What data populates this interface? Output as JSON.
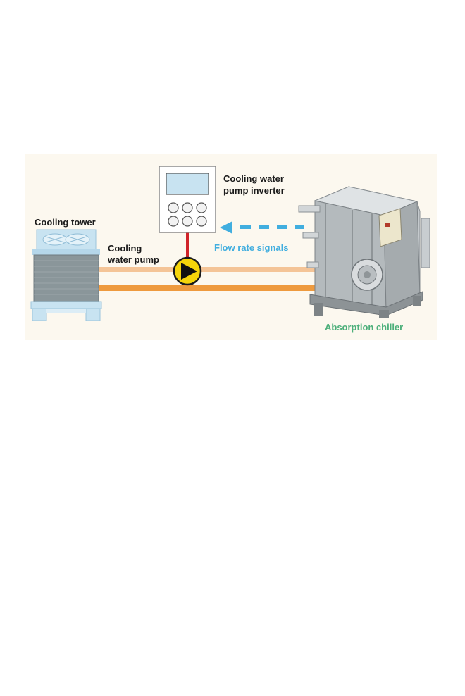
{
  "labels": {
    "cooling_tower": "Cooling tower",
    "pump_line1": "Cooling",
    "pump_line2": "water pump",
    "inverter_line1": "Cooling water",
    "inverter_line2": "pump inverter",
    "flow_signals": "Flow rate signals",
    "chiller": "Absorption chiller"
  },
  "colors": {
    "panel_bg": "#fcf8ef",
    "equipment_blue": "#c8e3f1",
    "equipment_outline": "#7fb3cf",
    "pipe_light": "#f4c497",
    "pipe_dark": "#ee9a3e",
    "signal_arrow": "#41aedf",
    "pump_yellow": "#f5d40a",
    "control_wire": "#d0242a",
    "chiller_label": "#4caf7a",
    "text_dark": "#1a1a1a"
  },
  "icons": {
    "tower": "cooling-tower-icon",
    "pump": "pump-icon",
    "inverter": "inverter-panel-icon",
    "chiller": "absorption-chiller-icon",
    "arrow": "dashed-arrow-icon"
  }
}
